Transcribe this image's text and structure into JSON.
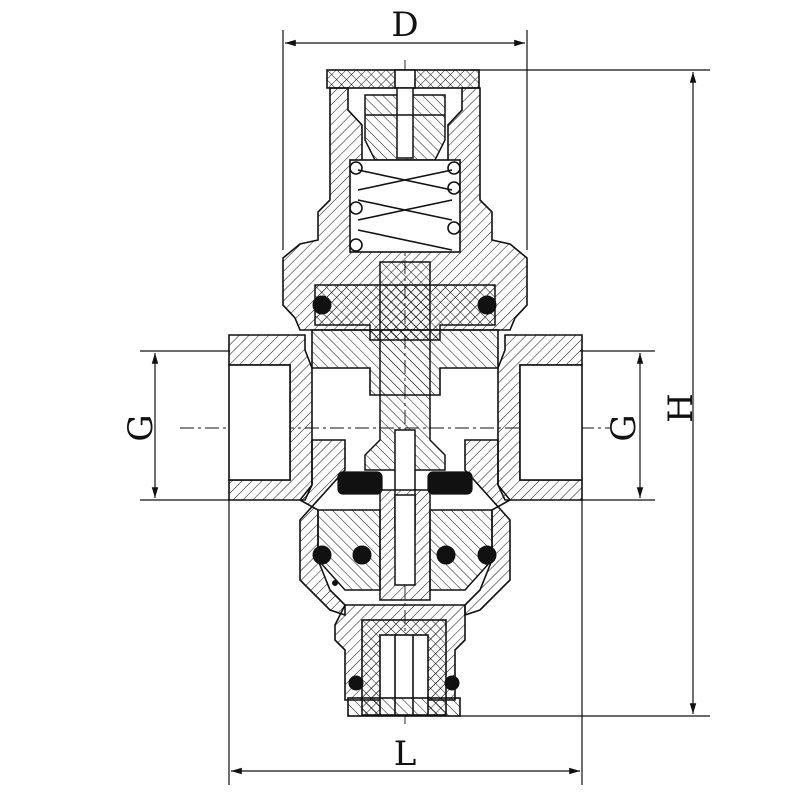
{
  "drawing": {
    "labels": {
      "diameter": "D",
      "length": "L",
      "height": "H",
      "thread_left": "G",
      "thread_right": "G"
    },
    "colors": {
      "line": "#111111",
      "background": "#ffffff"
    }
  }
}
